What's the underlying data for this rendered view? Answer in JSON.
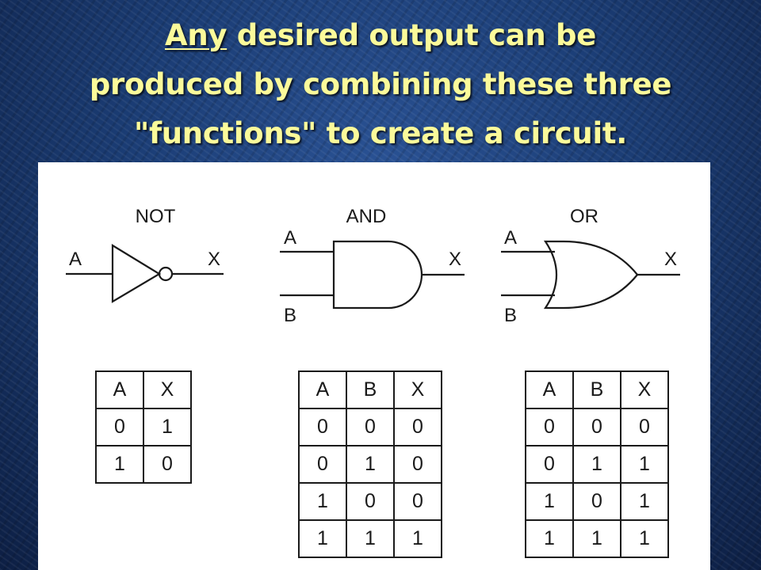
{
  "title": {
    "emphasis": "Any",
    "line1_rest": " desired output can be",
    "line2": "produced by combining these three",
    "line3": "\"functions\" to create a circuit."
  },
  "gates": {
    "not": {
      "name": "NOT",
      "input_a": "A",
      "output": "X"
    },
    "and": {
      "name": "AND",
      "input_a": "A",
      "input_b": "B",
      "output": "X"
    },
    "or": {
      "name": "OR",
      "input_a": "A",
      "input_b": "B",
      "output": "X"
    }
  },
  "tables": {
    "not": {
      "headers": [
        "A",
        "X"
      ],
      "rows": [
        [
          "0",
          "1"
        ],
        [
          "1",
          "0"
        ]
      ]
    },
    "and": {
      "headers": [
        "A",
        "B",
        "X"
      ],
      "rows": [
        [
          "0",
          "0",
          "0"
        ],
        [
          "0",
          "1",
          "0"
        ],
        [
          "1",
          "0",
          "0"
        ],
        [
          "1",
          "1",
          "1"
        ]
      ]
    },
    "or": {
      "headers": [
        "A",
        "B",
        "X"
      ],
      "rows": [
        [
          "0",
          "0",
          "0"
        ],
        [
          "0",
          "1",
          "1"
        ],
        [
          "1",
          "0",
          "1"
        ],
        [
          "1",
          "1",
          "1"
        ]
      ]
    }
  }
}
